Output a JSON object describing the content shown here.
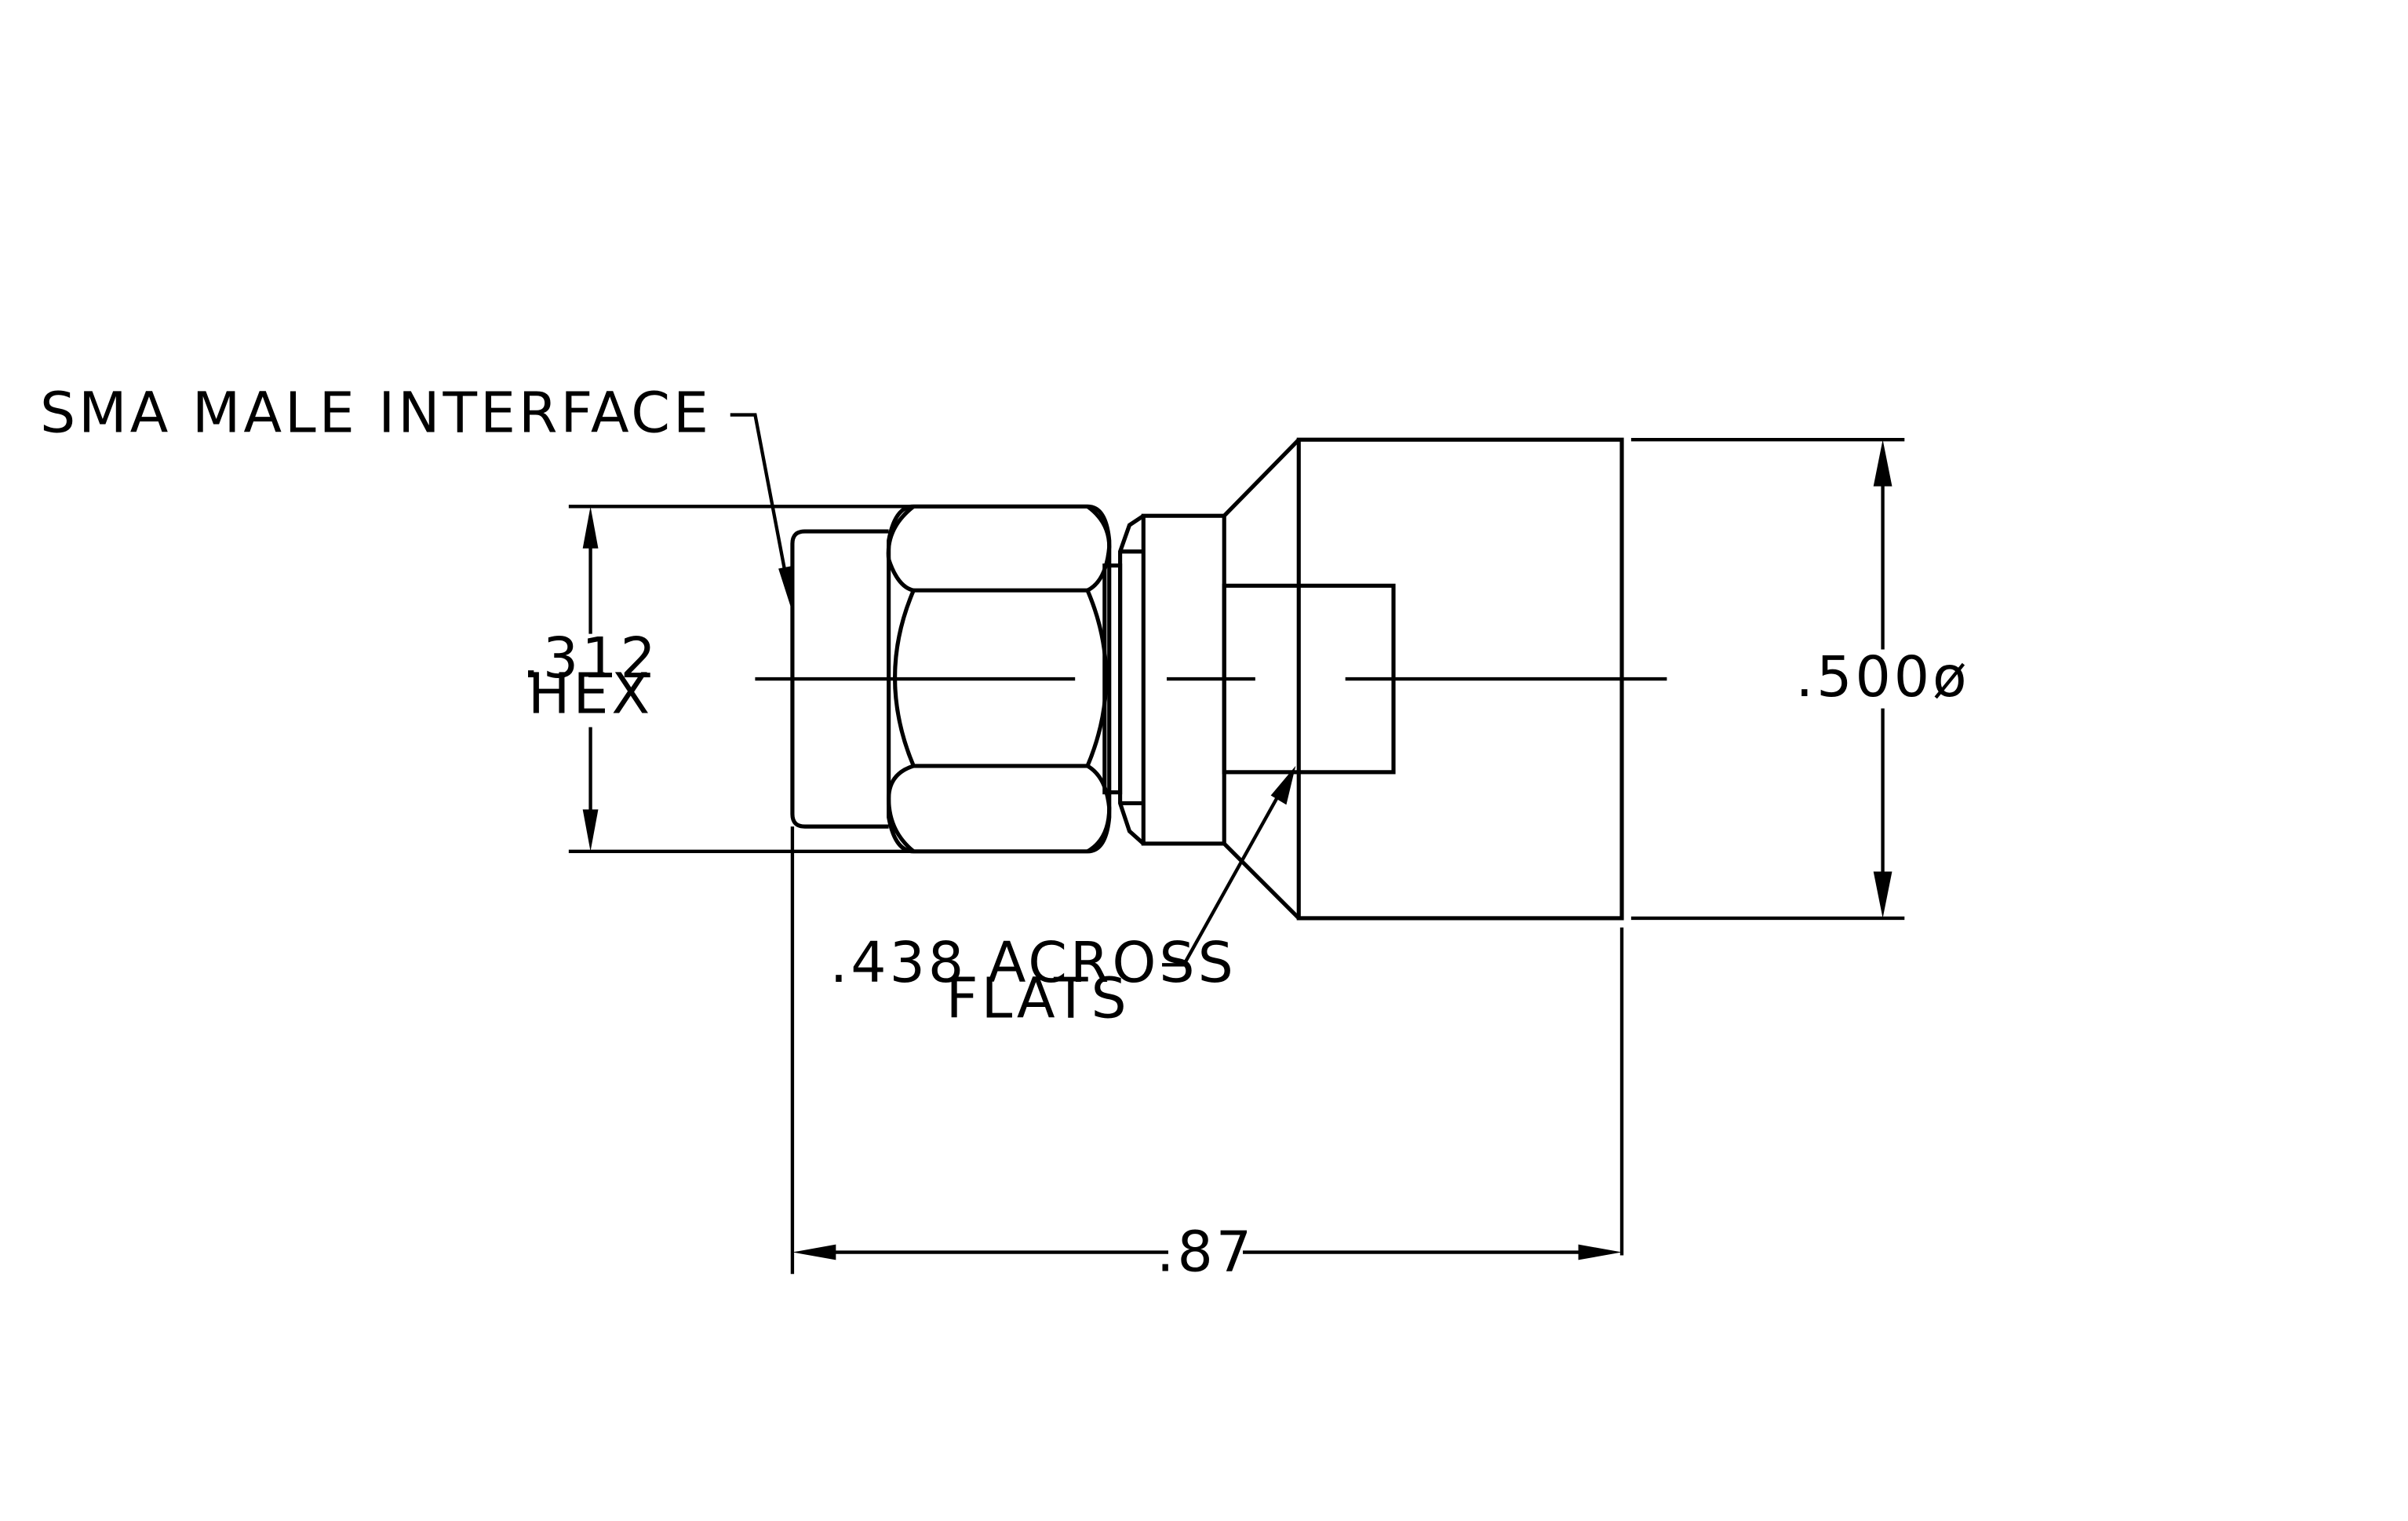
{
  "labels": {
    "interface": "SMA MALE INTERFACE",
    "hex_value": ".312",
    "hex_unit": "HEX",
    "flats_value": ".438 ACROSS",
    "flats_unit": "FLATS",
    "diameter": ".500ø",
    "length": ".87"
  }
}
